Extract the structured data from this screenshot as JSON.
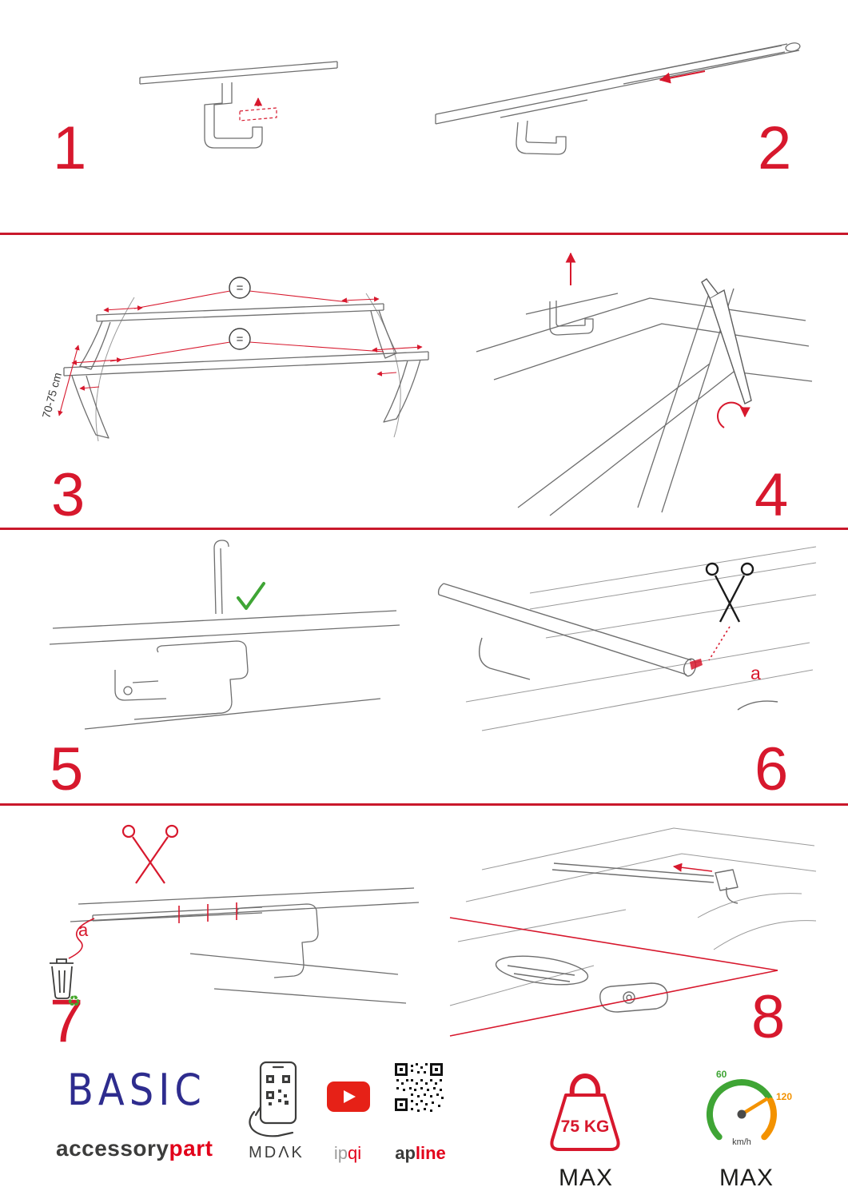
{
  "steps": [
    {
      "number": "1"
    },
    {
      "number": "2"
    },
    {
      "number": "3",
      "dimension": "70-75 cm",
      "equals": "="
    },
    {
      "number": "4"
    },
    {
      "number": "5"
    },
    {
      "number": "6",
      "part_label": "a"
    },
    {
      "number": "7",
      "part_label": "a"
    },
    {
      "number": "8"
    }
  ],
  "footer": {
    "logo": "BASIC",
    "wordmark": {
      "left": "accessory",
      "right": "part"
    },
    "app_badge": "MDΛK",
    "video_badge": {
      "left": "ip",
      "right": "qi"
    },
    "qr_badge": {
      "left": "ap",
      "right": "line"
    },
    "weight": {
      "value": "75 KG",
      "max": "MAX"
    },
    "speedometer": {
      "low": "60",
      "high": "120",
      "unit": "km/h",
      "max": "MAX"
    }
  },
  "icons": {
    "recycle": "♻"
  },
  "colors": {
    "accent_red": "#d7182d",
    "logo_blue": "#2e2c8e",
    "brand_red": "#e2001a",
    "dark": "#3c3c3b",
    "gray": "#9d9d9c",
    "green": "#3fa535",
    "orange": "#f39200",
    "youtube_red": "#e62117",
    "line_art": "#6e6e6e"
  }
}
